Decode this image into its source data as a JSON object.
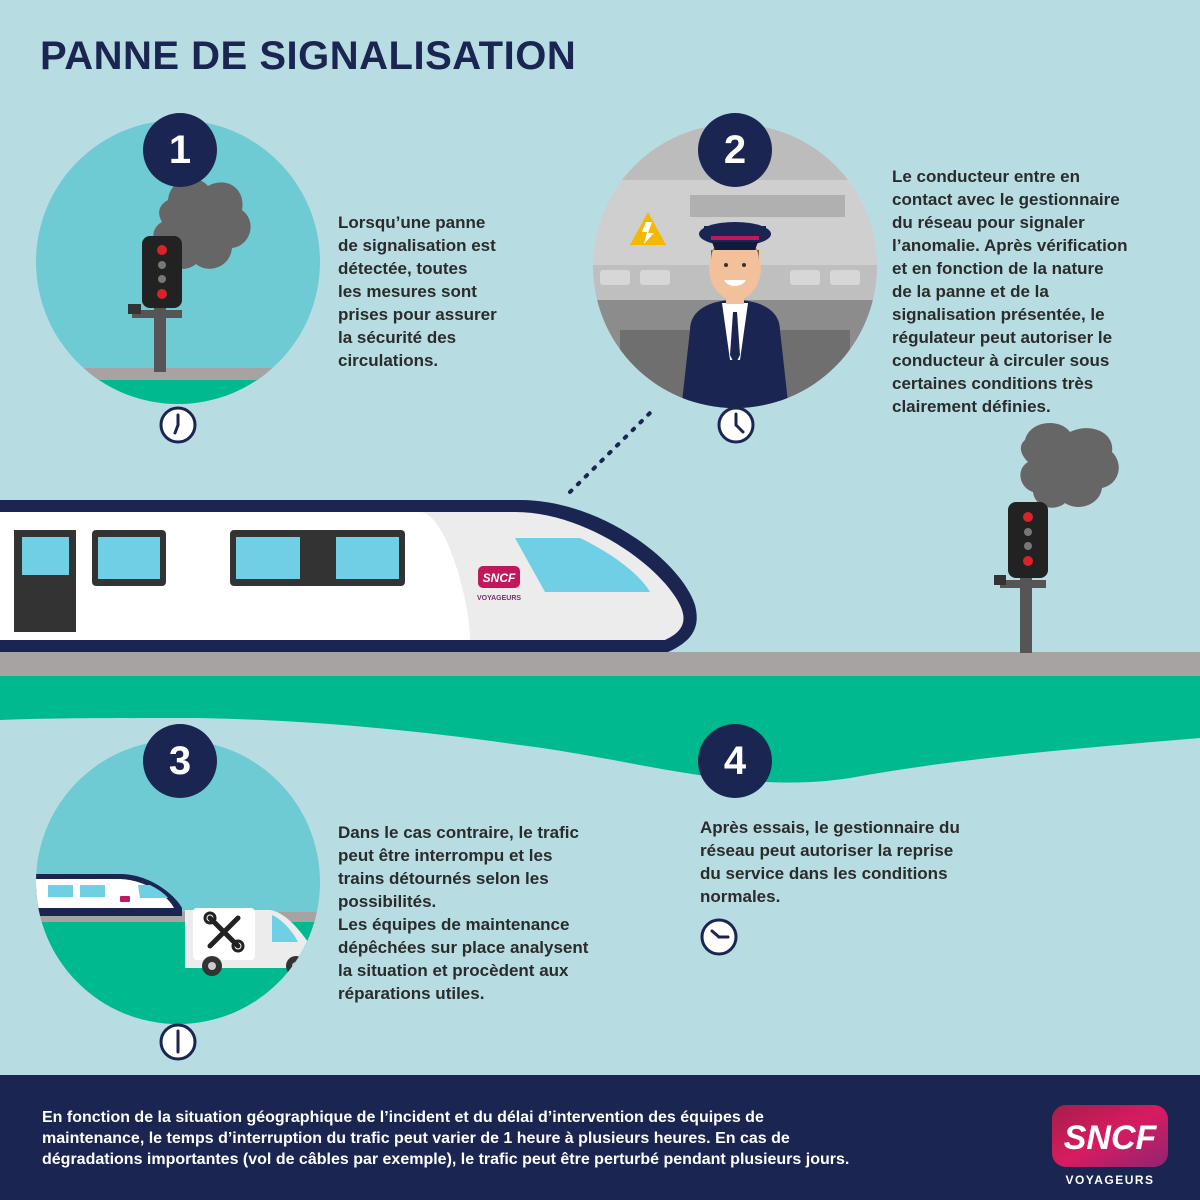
{
  "title": "PANNE DE SIGNALISATION",
  "steps": [
    {
      "number": "1",
      "lines": [
        "Lorsqu’une panne",
        "de signalisation est",
        "détectée, toutes",
        "les mesures sont",
        "prises pour assurer",
        "la sécurité des",
        "circulations."
      ]
    },
    {
      "number": "2",
      "lines": [
        "Le conducteur entre en",
        "contact avec le gestionnaire",
        "du réseau pour signaler",
        "l’anomalie. Après vérification",
        "et en fonction de la nature",
        "de la panne et de la",
        "signalisation présentée, le",
        "régulateur peut autoriser le",
        "conducteur à circuler sous",
        "certaines conditions très",
        "clairement définies."
      ]
    },
    {
      "number": "3",
      "lines": [
        "Dans le cas contraire, le trafic",
        "peut être interrompu et les",
        "trains détournés selon les",
        "possibilités.",
        "Les équipes de maintenance",
        "dépêchées sur place analysent",
        "la situation et procèdent aux",
        "réparations utiles."
      ]
    },
    {
      "number": "4",
      "lines": [
        "Après essais, le gestionnaire du",
        "réseau peut autoriser la reprise",
        "du service dans les conditions",
        "normales."
      ]
    }
  ],
  "train_logo": {
    "brand": "SNCF",
    "sub": "VOYAGEURS"
  },
  "footer": {
    "lines": [
      "En fonction de la situation géographique de l’incident et du délai d’intervention des équipes de",
      "maintenance, le temps d’interruption du trafic peut varier de 1 heure à plusieurs heures. En cas de",
      "dégradations importantes (vol de câbles par exemple), le trafic peut être perturbé pendant plusieurs jours."
    ]
  },
  "logo": {
    "brand": "SNCF",
    "sub": "VOYAGEURS"
  },
  "colors": {
    "background": "#b7dde2",
    "navy": "#1b2551",
    "green": "#00b98e",
    "rail": "#a7a3a3",
    "signal_red": "#d8232a"
  }
}
